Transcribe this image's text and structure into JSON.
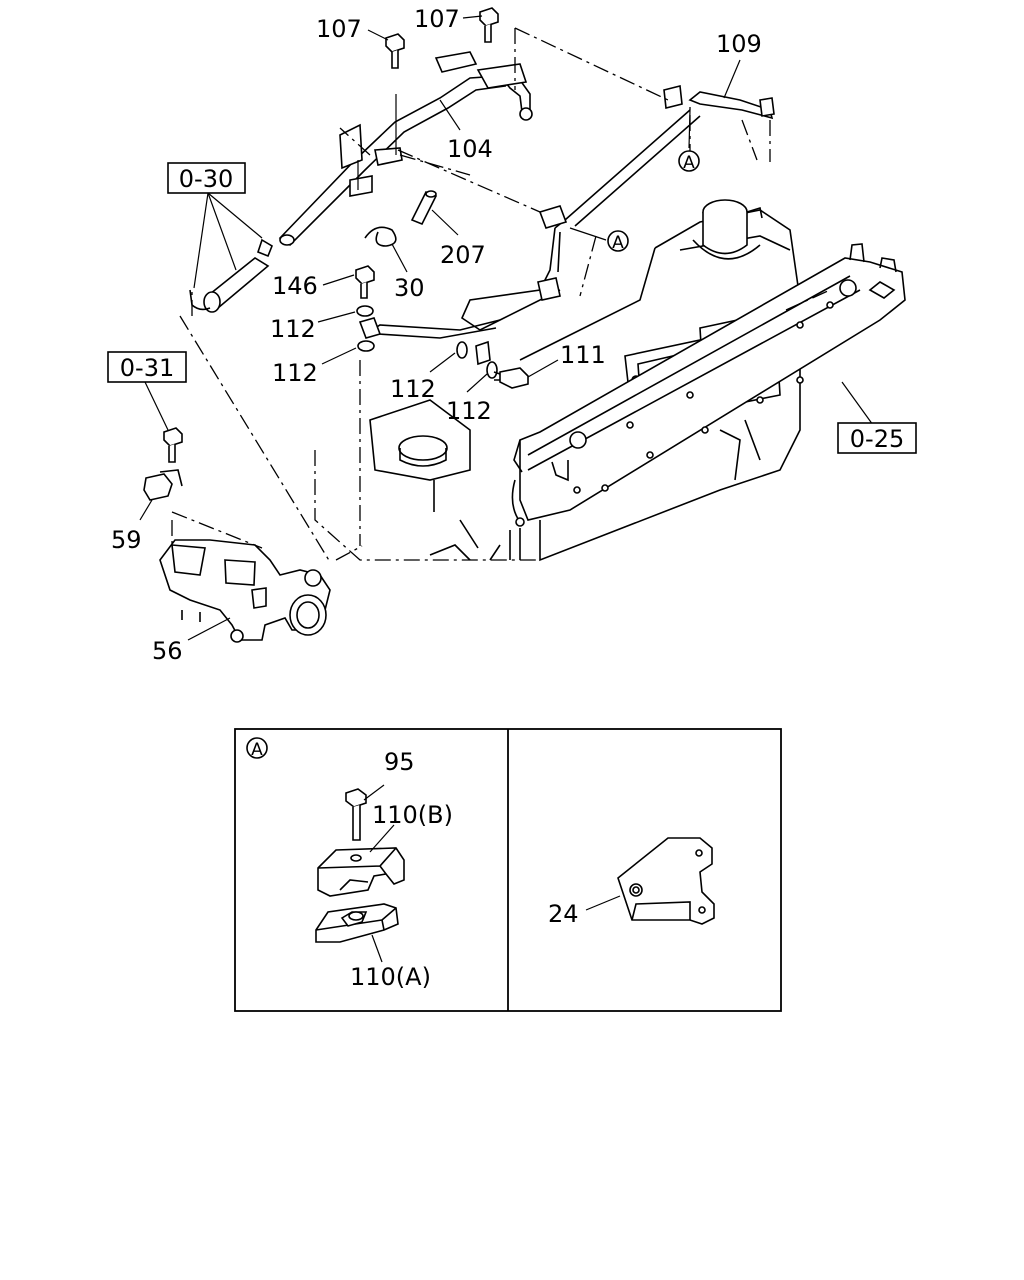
{
  "callouts": {
    "c107a": "107",
    "c107b": "107",
    "c109": "109",
    "c104": "104",
    "c207": "207",
    "c30": "30",
    "c146": "146",
    "c112a": "112",
    "c112b": "112",
    "c112c": "112",
    "c112d": "112",
    "c111": "111",
    "c59": "59",
    "c56": "56",
    "c95": "95",
    "c110b": "110(B)",
    "c110a": "110(A)",
    "c24": "24"
  },
  "references": {
    "r030": "0-30",
    "r031": "0-31",
    "r025": "0-25"
  },
  "circle_marks": {
    "m1": "A",
    "m2": "A",
    "detail": "A"
  }
}
